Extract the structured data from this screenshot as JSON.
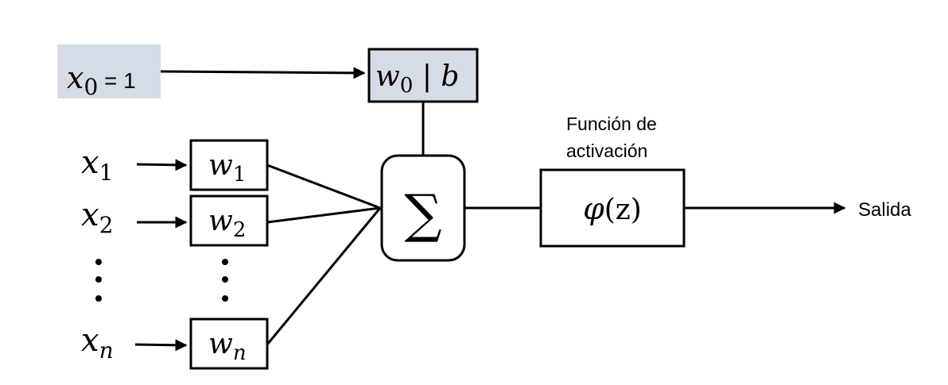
{
  "colors": {
    "bias_fill": "#d6dce5",
    "stroke": "#000000"
  },
  "bias_input": {
    "var": "x",
    "sub": "0",
    "eq": " = 1"
  },
  "bias_weight": {
    "var": "w",
    "sub": "0",
    "sep": " | ",
    "b": "b"
  },
  "inputs": [
    {
      "var": "x",
      "sub": "1"
    },
    {
      "var": "x",
      "sub": "2"
    },
    {
      "var": "x",
      "sub": "n"
    }
  ],
  "weights": [
    {
      "var": "w",
      "sub": "1"
    },
    {
      "var": "w",
      "sub": "2"
    },
    {
      "var": "w",
      "sub": "n"
    }
  ],
  "sum_symbol": "∑",
  "activation": {
    "label_line1": "Función de",
    "label_line2": "activación",
    "phi": "φ",
    "arg": "(z)"
  },
  "output_label": "Salida"
}
